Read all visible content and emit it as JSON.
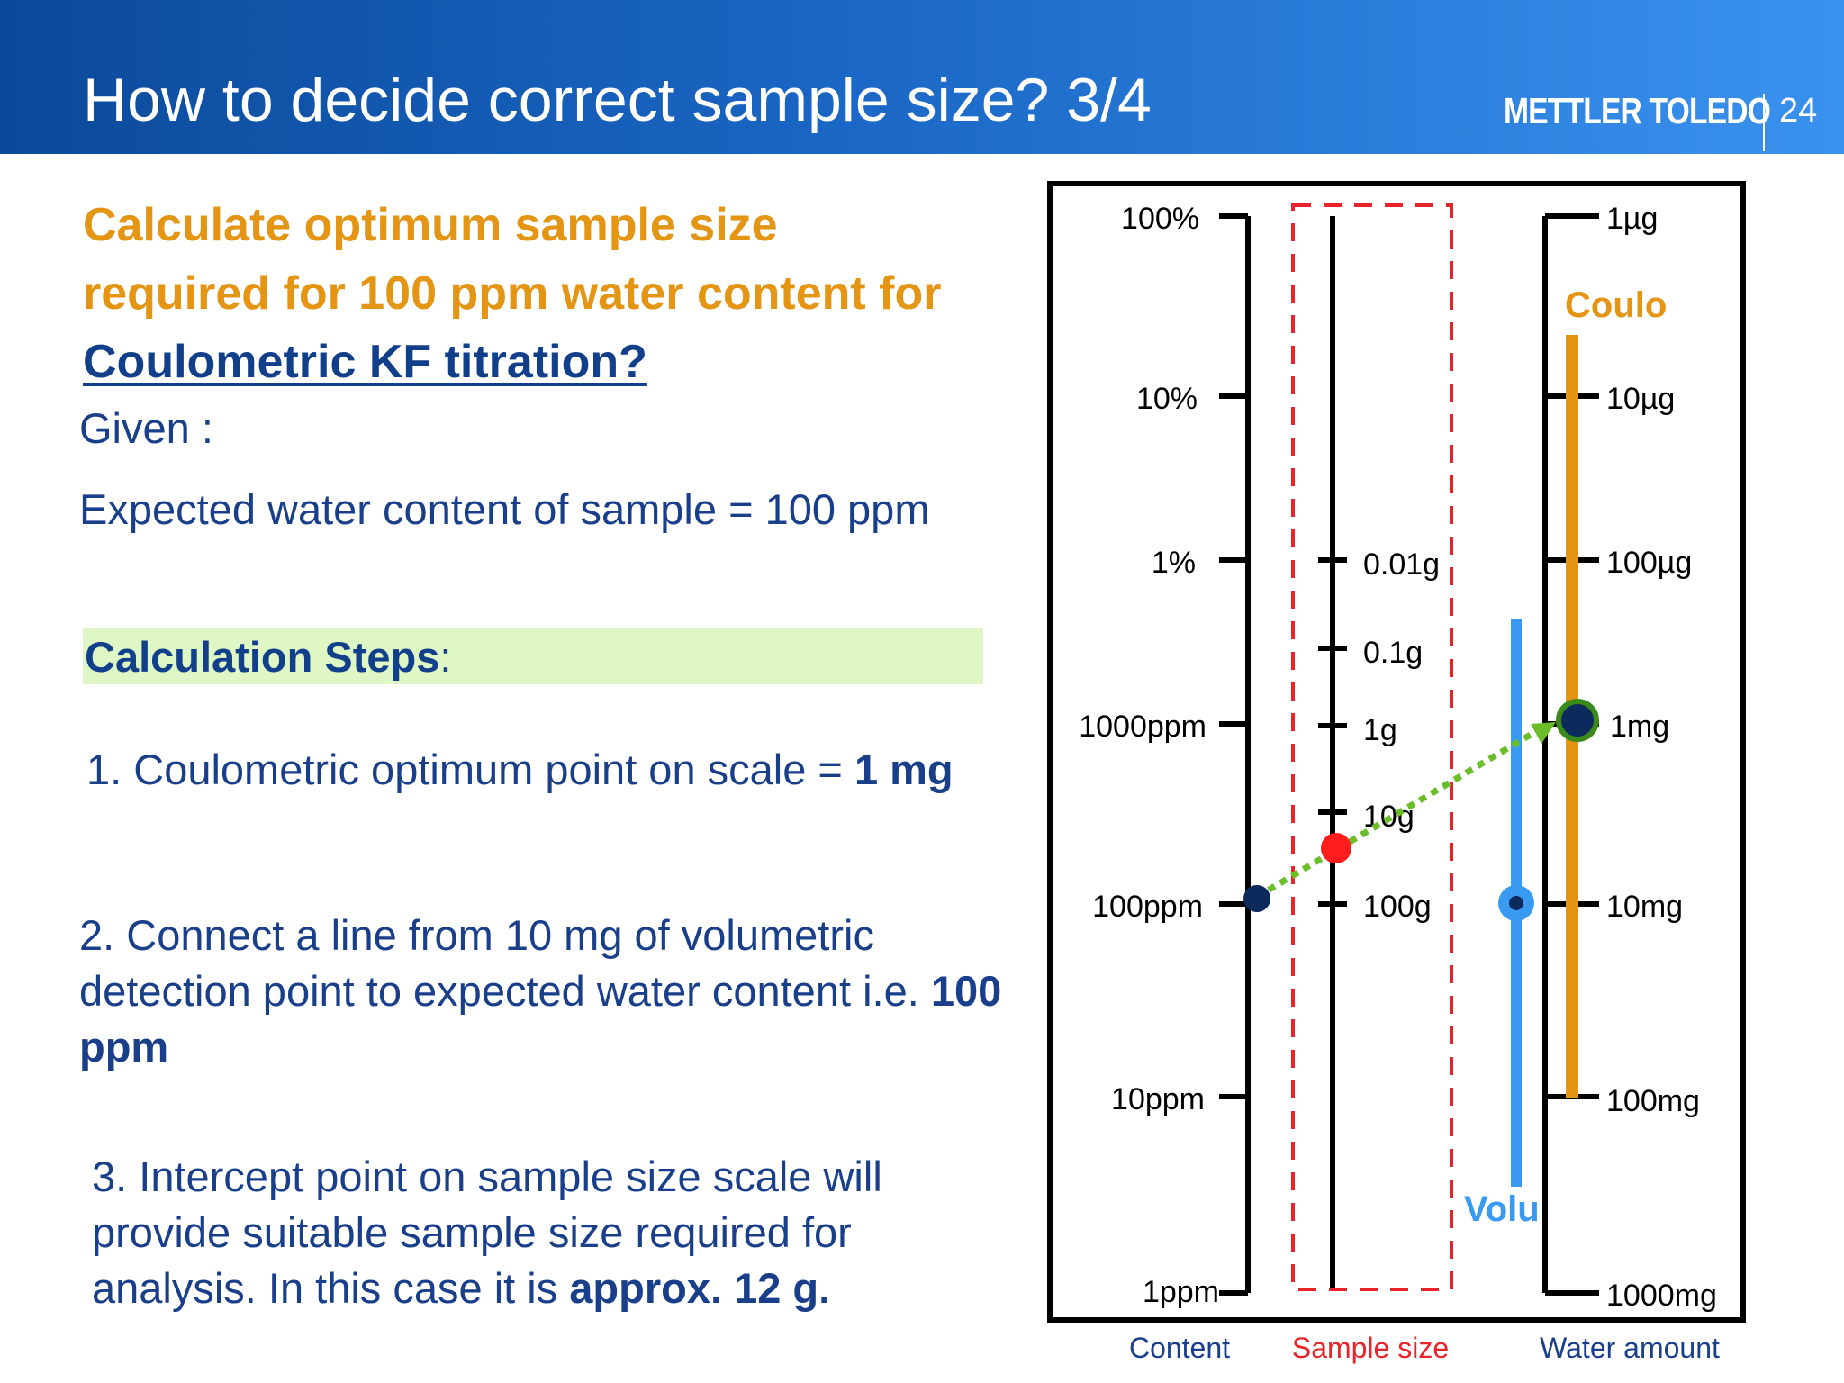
{
  "header": {
    "title": "How to decide correct sample size? 3/4",
    "logo": "METTLER TOLEDO",
    "page_number": "24"
  },
  "question": {
    "line1": "Calculate optimum sample size",
    "line2": "required for 100 ppm water content for",
    "line3": "Coulometric KF titration?"
  },
  "given": {
    "label": "Given :",
    "expected": "Expected water content of sample = 100 ppm"
  },
  "steps": {
    "heading": "Calculation Steps",
    "heading_colon": ":",
    "step1_text": "1. Coulometric optimum point on scale = ",
    "step1_bold": "1 mg",
    "step2_text": "2. Connect a line from 10 mg of volumetric detection point to expected water content i.e. ",
    "step2_bold": "100 ppm",
    "step3_text": "3. Intercept point on sample size scale will provide suitable sample size required for analysis. In this case it is ",
    "step3_bold": "approx. 12 g."
  },
  "nomogram": {
    "content_ticks": [
      "100%",
      "10%",
      "1%",
      "1000ppm",
      "100ppm",
      "10ppm",
      "1ppm"
    ],
    "sample_ticks": [
      "0.01g",
      "0.1g",
      "1g",
      "10g",
      "100g"
    ],
    "water_ticks": [
      "1µg",
      "10µg",
      "100µg",
      "1mg",
      "10mg",
      "100mg",
      "1000mg"
    ],
    "coulo_label": "Coulo",
    "volu_label": "Volu",
    "axis_labels": {
      "content": "Content",
      "sample_size": "Sample size",
      "water_amount": "Water amount"
    },
    "colors": {
      "coulo": "#e39513",
      "volu": "#3a99f0",
      "sample_box": "#e8232a",
      "line": "#6bbd2a",
      "point_content": "#0c2a5c",
      "point_sample": "#ff1c1c",
      "axis_content_label": "#1a3f8a",
      "axis_sample_label": "#e8232a"
    }
  }
}
